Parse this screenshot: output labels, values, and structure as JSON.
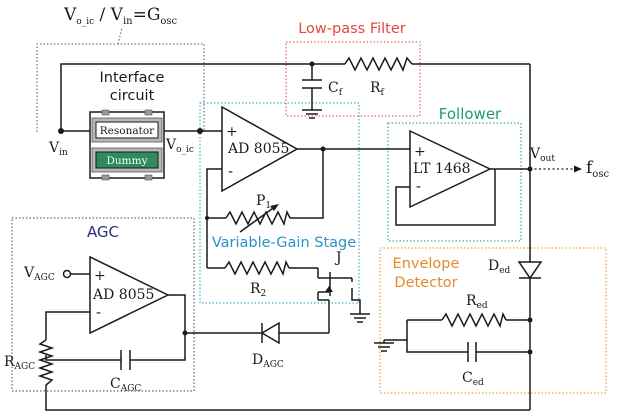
{
  "title": {
    "v": "V",
    "oic": "o_ic",
    "slash": " / V",
    "in": "in",
    "eq": "=G",
    "osc": "osc"
  },
  "blocks": {
    "interface": {
      "line1": "Interface",
      "line2": "circuit",
      "resonator": "Resonator",
      "dummy": "Dummy"
    },
    "lowpass": "Low-pass Filter",
    "follower": "Follower",
    "vga": "Variable-Gain Stage",
    "agc": "AGC",
    "envelope_line1": "Envelope",
    "envelope_line2": "Detector"
  },
  "opamps": {
    "vga": "AD 8055",
    "follower": "LT 1468",
    "agc": "AD 8055"
  },
  "pins": {
    "plus": "+",
    "minus": "-"
  },
  "labels": {
    "vin": {
      "main": "V",
      "sub": "in"
    },
    "voic": {
      "main": "V",
      "sub": "o_ic"
    },
    "vout": {
      "main": "V",
      "sub": "out"
    },
    "fosc": {
      "main": "f",
      "sub": "osc"
    },
    "cf": {
      "main": "C",
      "sub": "f"
    },
    "rf": {
      "main": "R",
      "sub": "f"
    },
    "p1": {
      "main": "P",
      "sub": "1"
    },
    "r2": {
      "main": "R",
      "sub": "2"
    },
    "j": {
      "main": "J",
      "sub": ""
    },
    "ded": {
      "main": "D",
      "sub": "ed"
    },
    "red": {
      "main": "R",
      "sub": "ed"
    },
    "ced": {
      "main": "C",
      "sub": "ed"
    },
    "vagc": {
      "main": "V",
      "sub": "AGC"
    },
    "ragc": {
      "main": "R",
      "sub": "AGC"
    },
    "cagc": {
      "main": "C",
      "sub": "AGC"
    },
    "dagc": {
      "main": "D",
      "sub": "AGC"
    }
  },
  "colors": {
    "wire": "#1a1a1a",
    "lowpass": "#e4473f",
    "follower": "#1f9a70",
    "vga": "#2a93c9",
    "agc": "#2a2f7d",
    "envelope": "#e48a2a",
    "dummy_fill": "#2e8b5a",
    "chip_fill": "#b8b8b8"
  }
}
